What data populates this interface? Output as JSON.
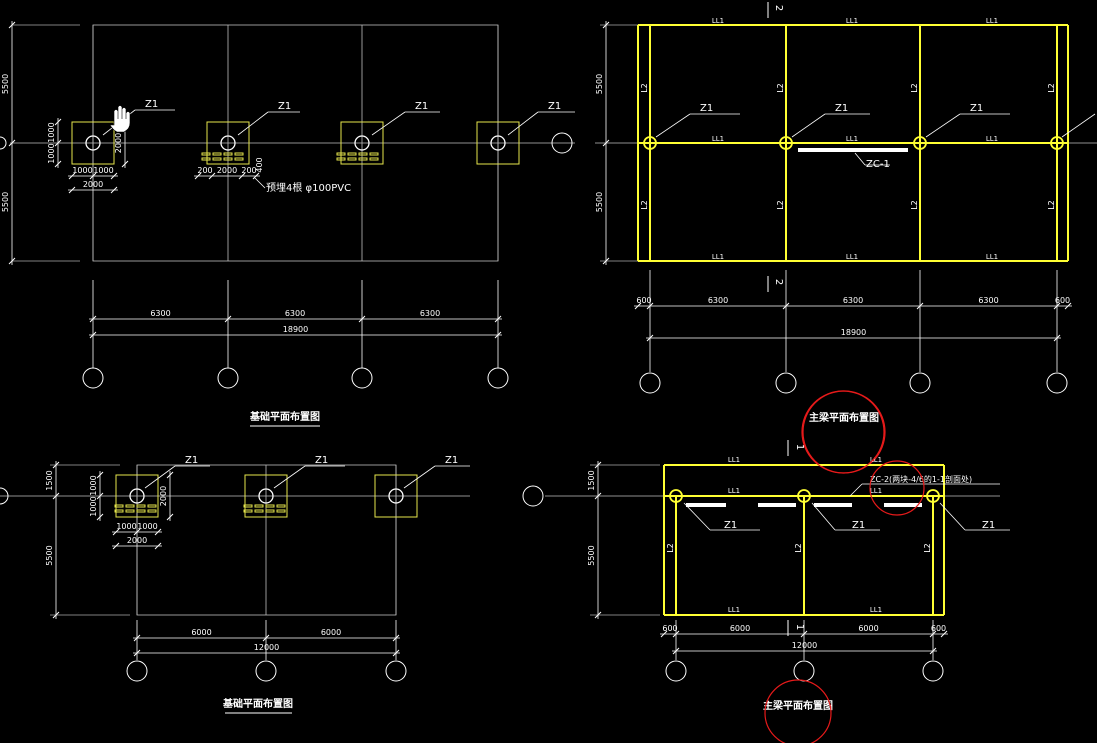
{
  "colors": {
    "background": "#000000",
    "line": "#ffffff",
    "grid": "#bfbfbf",
    "beam": "#ffff33",
    "pad": "#e6e64d",
    "markup": "#e61a1a"
  },
  "icons": {
    "cursor": "hand-cursor-icon"
  },
  "plan_tl": {
    "title": "基础平面布置图",
    "column_label": "Z1",
    "dim_5500": "5500",
    "dim_6300": "6300",
    "dim_18900": "18900",
    "dim_1000": "1000",
    "dim_2000": "2000",
    "dim_200": "200",
    "dim_400": "400",
    "pvc_note": "预埋4根 φ100PVC"
  },
  "plan_tr": {
    "title": "主梁平面布置图",
    "beam_ll1": "LL1",
    "beam_l2": "L2",
    "column_label": "Z1",
    "slab_label": "ZC-1",
    "dim_5500": "5500",
    "dim_6300": "6300",
    "dim_18900": "18900",
    "dim_600": "600",
    "section_2": "2"
  },
  "plan_bl": {
    "title": "基础平面布置图",
    "column_label": "Z1",
    "dim_1500": "1500",
    "dim_5500": "5500",
    "dim_6000": "6000",
    "dim_12000": "12000",
    "dim_1000": "1000",
    "dim_2000": "2000"
  },
  "plan_br": {
    "title": "主梁平面布置图",
    "beam_ll1": "LL1",
    "beam_l2": "L2",
    "column_label": "Z1",
    "slab_label": "ZC-2(两块-4/6的1-1剖面处)",
    "dim_1500": "1500",
    "dim_5500": "5500",
    "dim_6000": "6000",
    "dim_12000": "12000",
    "dim_600": "600",
    "section_1": "1"
  }
}
